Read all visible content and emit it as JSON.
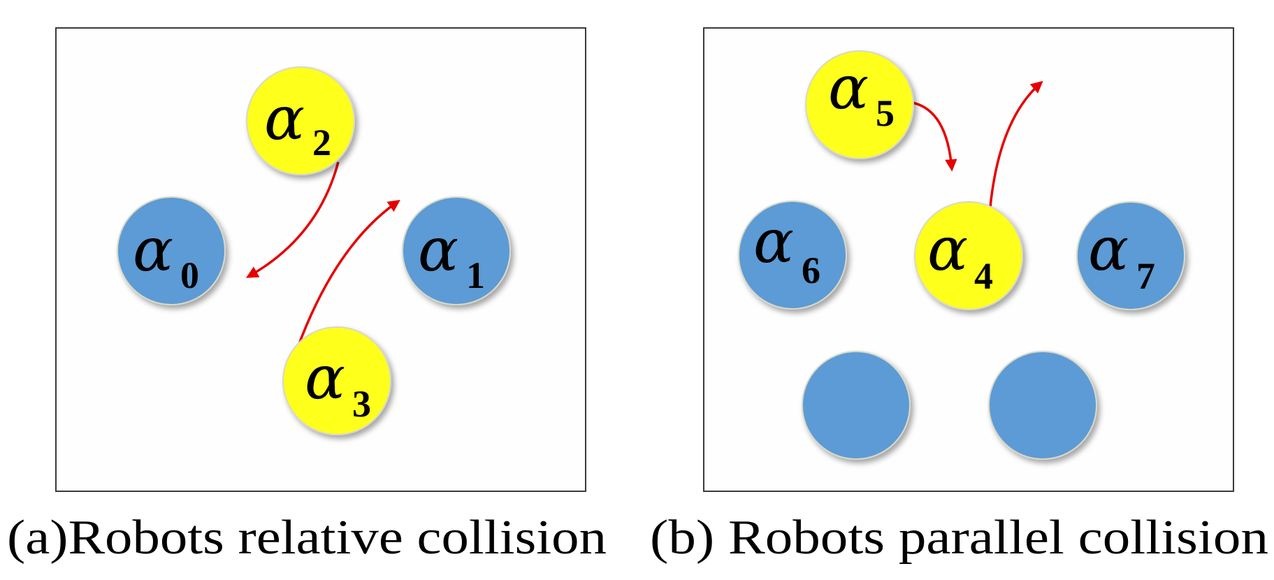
{
  "panels": [
    {
      "id": "a",
      "caption": "(a)Robots relative collision",
      "robots": [
        {
          "symbol": "α",
          "index": "0",
          "color": "blue"
        },
        {
          "symbol": "α",
          "index": "1",
          "color": "blue"
        },
        {
          "symbol": "α",
          "index": "2",
          "color": "yellow"
        },
        {
          "symbol": "α",
          "index": "3",
          "color": "yellow"
        }
      ]
    },
    {
      "id": "b",
      "caption": "(b) Robots parallel collision",
      "robots": [
        {
          "symbol": "α",
          "index": "5",
          "color": "yellow"
        },
        {
          "symbol": "α",
          "index": "6",
          "color": "blue"
        },
        {
          "symbol": "α",
          "index": "4",
          "color": "yellow"
        },
        {
          "symbol": "α",
          "index": "7",
          "color": "blue"
        },
        {
          "symbol": "",
          "index": "",
          "color": "blue"
        },
        {
          "symbol": "",
          "index": "",
          "color": "blue"
        }
      ]
    }
  ],
  "colors": {
    "robot_blue": "#5b9bd5",
    "robot_yellow": "#ffff1a",
    "arrow_red": "#e60000",
    "frame": "#3a3a3a"
  }
}
